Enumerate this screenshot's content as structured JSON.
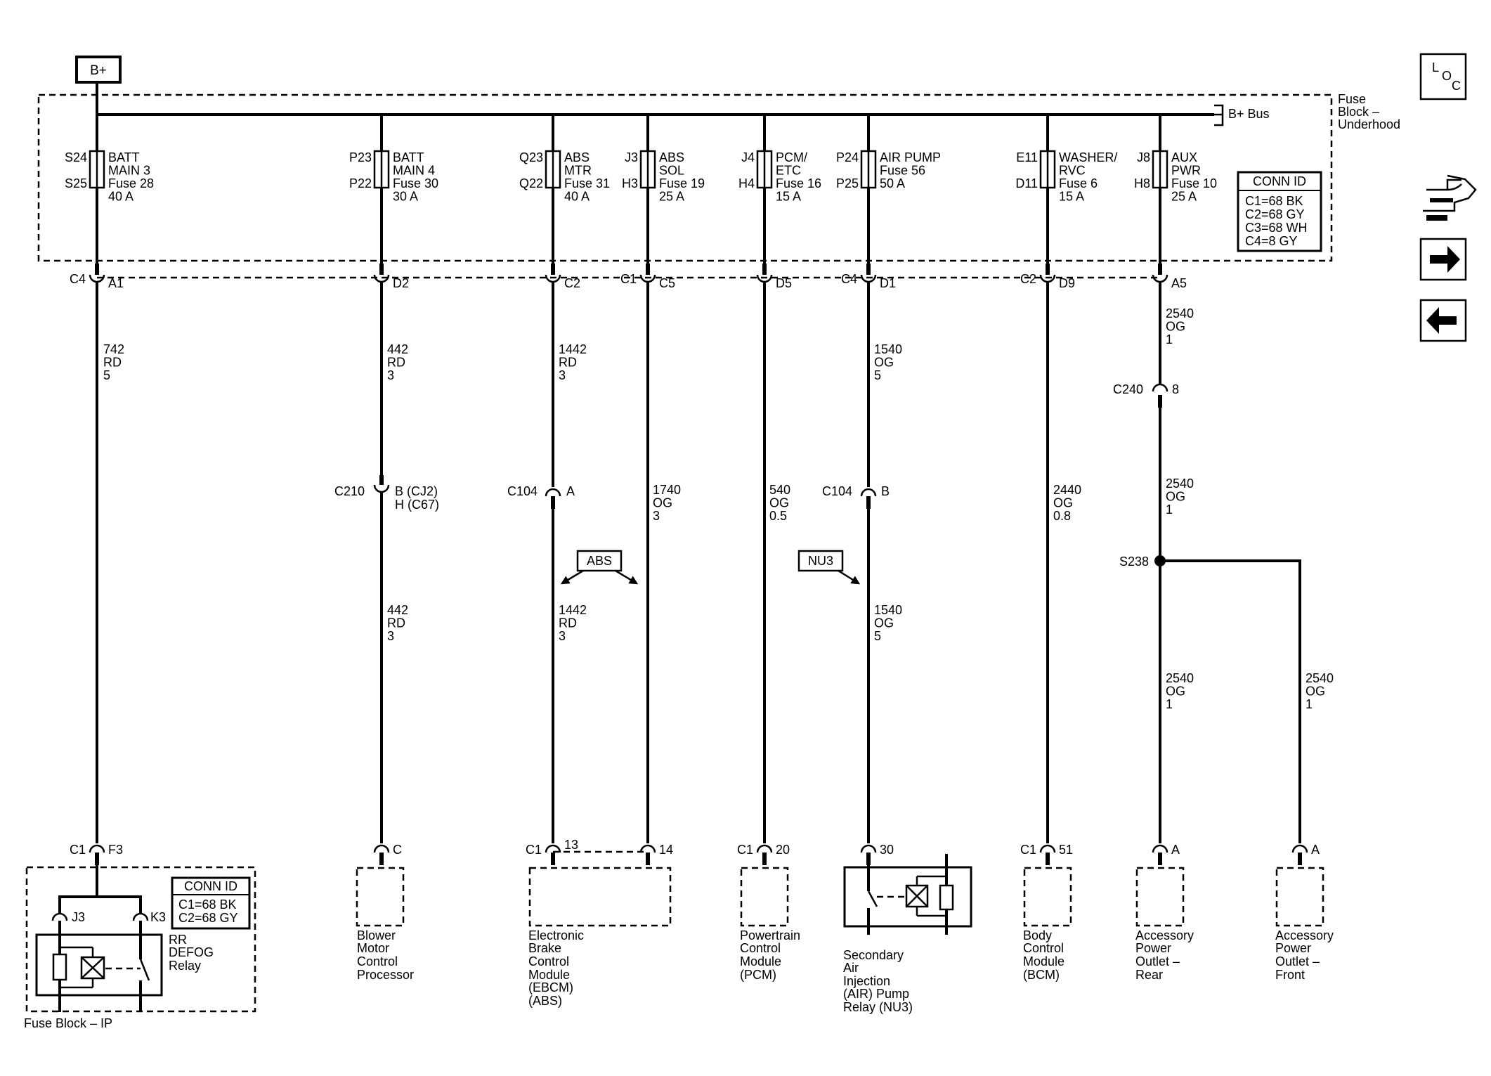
{
  "bplus": "B+",
  "loc": {
    "L": "L",
    "O": "O",
    "C": "C"
  },
  "fuse_block_title": [
    "Fuse",
    "Block –",
    "Underhood"
  ],
  "bbus": "B+ Bus",
  "conn_id_top": {
    "title": "CONN ID",
    "rows": [
      "C1=68 BK",
      "C2=68 GY",
      "C3=68 WH",
      "C4=8 GY"
    ]
  },
  "fuses": [
    {
      "t1": "S24",
      "t2": "S25",
      "r": [
        "BATT",
        "MAIN 3",
        "Fuse 28",
        "40 A"
      ]
    },
    {
      "t1": "P23",
      "t2": "P22",
      "r": [
        "BATT",
        "MAIN 4",
        "Fuse 30",
        "30 A"
      ]
    },
    {
      "t1": "Q23",
      "t2": "Q22",
      "r": [
        "ABS",
        "MTR",
        "Fuse 31",
        "40 A"
      ]
    },
    {
      "t1": "J3",
      "t2": "H3",
      "r": [
        "ABS",
        "SOL",
        "Fuse 19",
        "25 A"
      ]
    },
    {
      "t1": "J4",
      "t2": "H4",
      "r": [
        "PCM/",
        "ETC",
        "Fuse 16",
        "15 A"
      ]
    },
    {
      "t1": "P24",
      "t2": "P25",
      "r": [
        "AIR PUMP",
        "Fuse 56",
        "50 A"
      ]
    },
    {
      "t1": "E11",
      "t2": "D11",
      "r": [
        "WASHER/",
        "RVC",
        "Fuse 6",
        "15 A"
      ]
    },
    {
      "t1": "J8",
      "t2": "H8",
      "r": [
        "AUX",
        "PWR",
        "Fuse 10",
        "25 A"
      ]
    }
  ],
  "top_conns": [
    {
      "l": "C4",
      "r": "A1"
    },
    {
      "l": "",
      "r": "D2"
    },
    {
      "l": "",
      "r": "C2"
    },
    {
      "l": "C1",
      "r": "C5"
    },
    {
      "l": "",
      "r": "D5"
    },
    {
      "l": "C4",
      "r": "D1"
    },
    {
      "l": "C2",
      "r": "D9"
    },
    {
      "l": "",
      "r": "A5"
    }
  ],
  "wire_labels": [
    [
      "742",
      "RD",
      "5"
    ],
    [
      "442",
      "RD",
      "3"
    ],
    [
      "1442",
      "RD",
      "3"
    ],
    [
      "1540",
      "OG",
      "5"
    ],
    [
      "2540",
      "OG",
      "1"
    ],
    [
      "1740",
      "OG",
      "3"
    ],
    [
      "540",
      "OG",
      "0.5"
    ],
    [
      "2440",
      "OG",
      "0.8"
    ],
    [
      "2540",
      "OG",
      "1"
    ],
    [
      "442",
      "RD",
      "3"
    ],
    [
      "1442",
      "RD",
      "3"
    ],
    [
      "1540",
      "OG",
      "5"
    ],
    [
      "2540",
      "OG",
      "1"
    ],
    [
      "2540",
      "OG",
      "1"
    ]
  ],
  "inline_conns": {
    "c240": {
      "l": "C240",
      "r": "8"
    },
    "c210": {
      "l": "C210",
      "r1": "B (CJ2)",
      "r2": "H (C67)"
    },
    "c104a": {
      "l": "C104",
      "r": "A"
    },
    "c104b": {
      "l": "C104",
      "r": "B"
    }
  },
  "splice": "S238",
  "options": {
    "abs": "ABS",
    "nu3": "NU3"
  },
  "bottom_conns": [
    {
      "l": "C1",
      "r": "F3"
    },
    {
      "l": "",
      "r": "C"
    },
    {
      "l": "C1",
      "r": "13"
    },
    {
      "l": "",
      "r": "14"
    },
    {
      "l": "C1",
      "r": "20"
    },
    {
      "l": "",
      "r": "30"
    },
    {
      "l": "C1",
      "r": "51"
    },
    {
      "l": "",
      "r": "A"
    },
    {
      "l": "",
      "r": "A"
    }
  ],
  "relay_terms": {
    "j3": "J3",
    "k3": "K3"
  },
  "conn_id_bottom": {
    "title": "CONN ID",
    "rows": [
      "C1=68 BK",
      "C2=68 GY"
    ]
  },
  "rr_defog": [
    "RR",
    "DEFOG",
    "Relay"
  ],
  "fuse_block_ip": "Fuse Block – IP",
  "components": {
    "blower": [
      "Blower",
      "Motor",
      "Control",
      "Processor"
    ],
    "ebcm": [
      "Electronic",
      "Brake",
      "Control",
      "Module",
      "(EBCM)",
      "(ABS)"
    ],
    "pcm": [
      "Powertrain",
      "Control",
      "Module",
      "(PCM)"
    ],
    "air": [
      "Secondary",
      "Air",
      "Injection",
      "(AIR) Pump",
      "Relay (NU3)"
    ],
    "bcm": [
      "Body",
      "Control",
      "Module",
      "(BCM)"
    ],
    "apo_rear": [
      "Accessory",
      "Power",
      "Outlet –",
      "Rear"
    ],
    "apo_front": [
      "Accessory",
      "Power",
      "Outlet –",
      "Front"
    ]
  }
}
